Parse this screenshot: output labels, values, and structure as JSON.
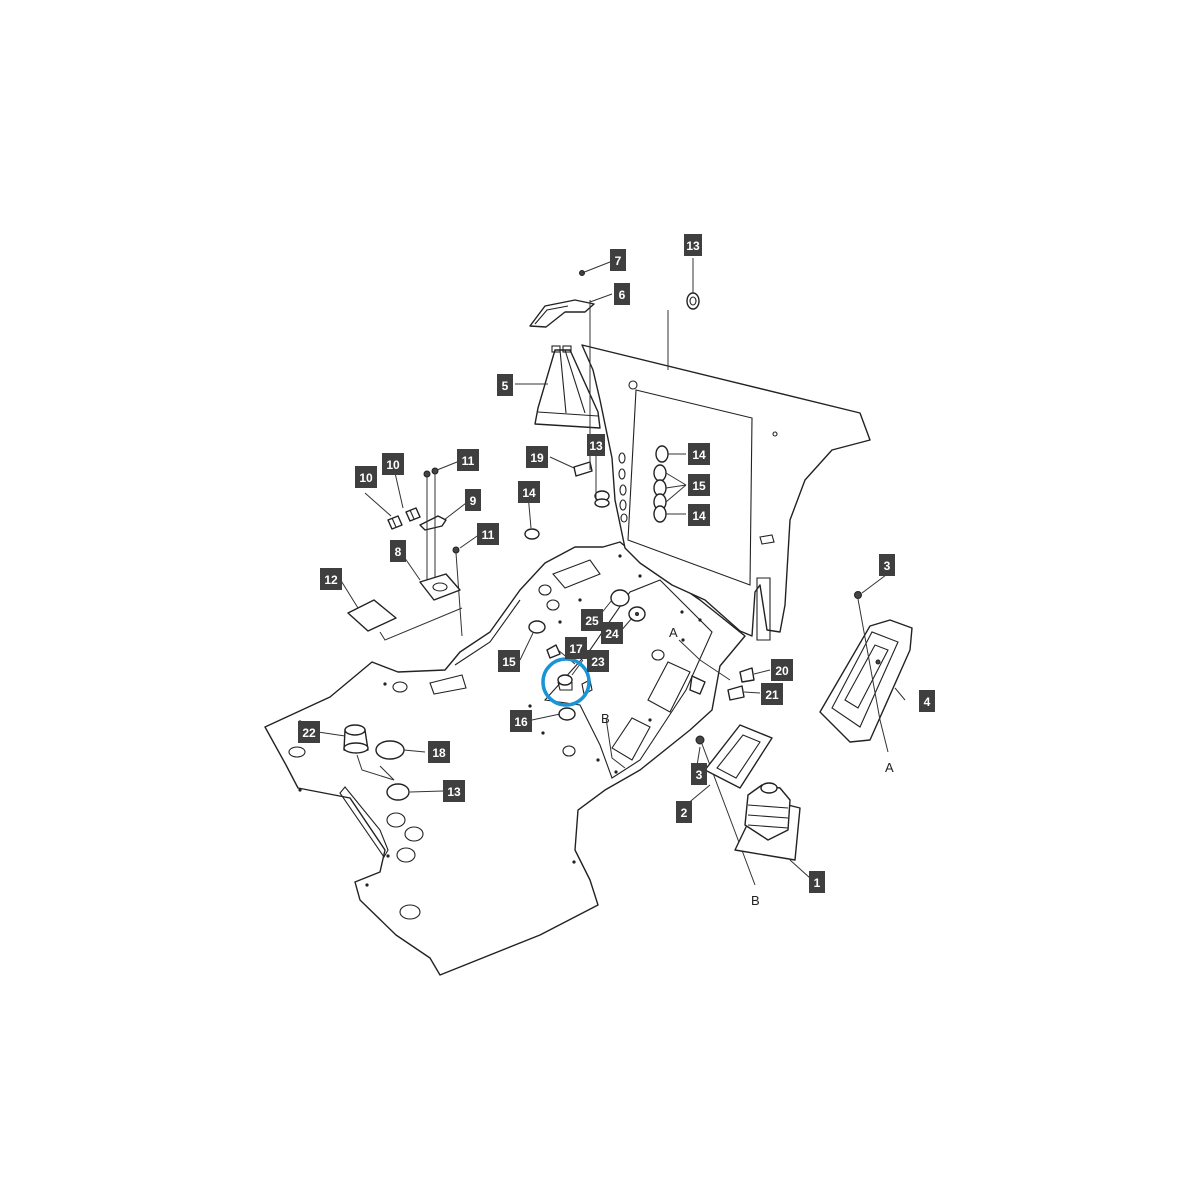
{
  "callouts": {
    "c1": "1",
    "c2": "2",
    "c3a": "3",
    "c3b": "3",
    "c4": "4",
    "c5": "5",
    "c6": "6",
    "c7": "7",
    "c8": "8",
    "c9": "9",
    "c10a": "10",
    "c10b": "10",
    "c11a": "11",
    "c11b": "11",
    "c12": "12",
    "c13a": "13",
    "c13b": "13",
    "c13c": "13",
    "c14a": "14",
    "c14b": "14",
    "c14c": "14",
    "c15a": "15",
    "c15b": "15",
    "c16": "16",
    "c17": "17",
    "c18": "18",
    "c19": "19",
    "c20": "20",
    "c21": "21",
    "c22": "22",
    "c23": "23",
    "c24": "24",
    "c25": "25"
  },
  "reference_letters": {
    "a_floor": "A",
    "b_floor": "B",
    "a_part4": "A",
    "b_part1": "B"
  },
  "colors": {
    "highlight": "#1a94d6",
    "callout_background": "#3f3f3f",
    "line": "#222222"
  }
}
